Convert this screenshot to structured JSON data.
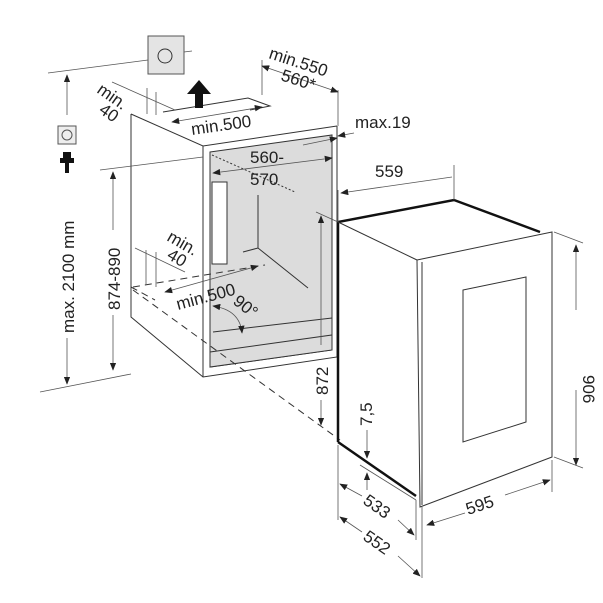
{
  "labels": {
    "max_height": "max. 2100 mm",
    "niche_height": "874-890",
    "top_gap_min": "min.",
    "top_gap_val": "40",
    "top_vent": "min.500",
    "depth_min": "min.550",
    "depth_star": "560*",
    "side_max": "max.19",
    "width_a": "560-",
    "width_b": "570",
    "bottom_gap_min": "min.",
    "bottom_gap_val": "40",
    "bottom_vent": "min.500",
    "angle": "90°",
    "height_872": "872",
    "gap_75": "7,5",
    "width_559": "559",
    "height_906": "906",
    "width_595": "595",
    "depth_533": "533",
    "depth_552": "552"
  },
  "icons": [
    "power-socket-icon",
    "plug-icon",
    "wall-socket-icon",
    "airflow-arrow-icon"
  ]
}
